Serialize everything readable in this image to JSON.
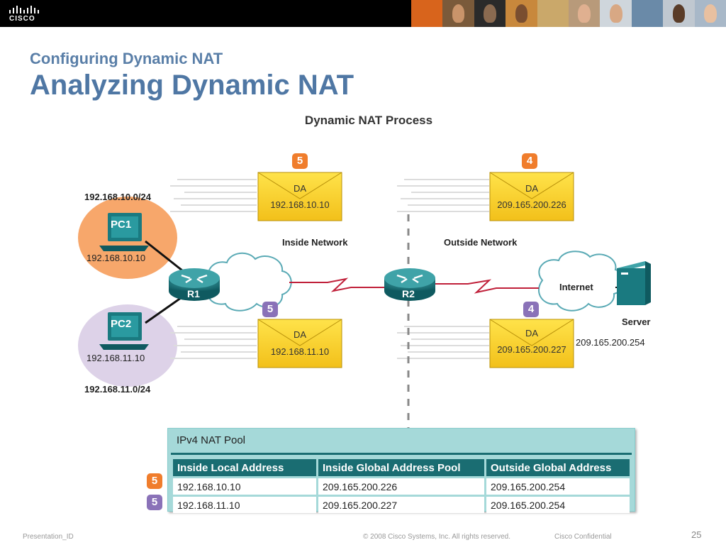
{
  "header": {
    "logo_text": "CISCO",
    "subtitle": "Configuring Dynamic NAT",
    "title": "Analyzing Dynamic NAT"
  },
  "diagram": {
    "title": "Dynamic NAT Process",
    "network_top": "192.168.10.0/24",
    "network_bottom": "192.168.11.0/24",
    "pc1": {
      "name": "PC1",
      "ip": "192.168.10.10"
    },
    "pc2": {
      "name": "PC2",
      "ip": "192.168.11.10"
    },
    "r1": "R1",
    "r2": "R2",
    "internet": "Internet",
    "server": {
      "name": "Server",
      "ip": "209.165.200.254"
    },
    "inside_label": "Inside Network",
    "outside_label": "Outside Network",
    "envelopes": [
      {
        "da": "DA",
        "addr": "192.168.10.10"
      },
      {
        "da": "DA",
        "addr": "209.165.200.226"
      },
      {
        "da": "DA",
        "addr": "192.168.11.10"
      },
      {
        "da": "DA",
        "addr": "209.165.200.227"
      }
    ],
    "badges": {
      "top_left": "5",
      "top_right": "4",
      "mid_left": "5",
      "mid_right": "4",
      "row1": "5",
      "row2": "5"
    },
    "colors": {
      "orange": "#f07d2c",
      "purple": "#8a72b8",
      "teal": "#1a6d72",
      "envelope": "#f7cd1f"
    }
  },
  "pool": {
    "title": "IPv4 NAT Pool",
    "headers": [
      "Inside Local Address",
      "Inside Global Address Pool",
      "Outside Global Address"
    ],
    "rows": [
      [
        "192.168.10.10",
        "209.165.200.226",
        "209.165.200.254"
      ],
      [
        "192.168.11.10",
        "209.165.200.227",
        "209.165.200.254"
      ]
    ]
  },
  "footer": {
    "left": "Presentation_ID",
    "copyright": "© 2008 Cisco Systems, Inc. All rights reserved.",
    "confidential": "Cisco Confidential",
    "page": "25"
  }
}
